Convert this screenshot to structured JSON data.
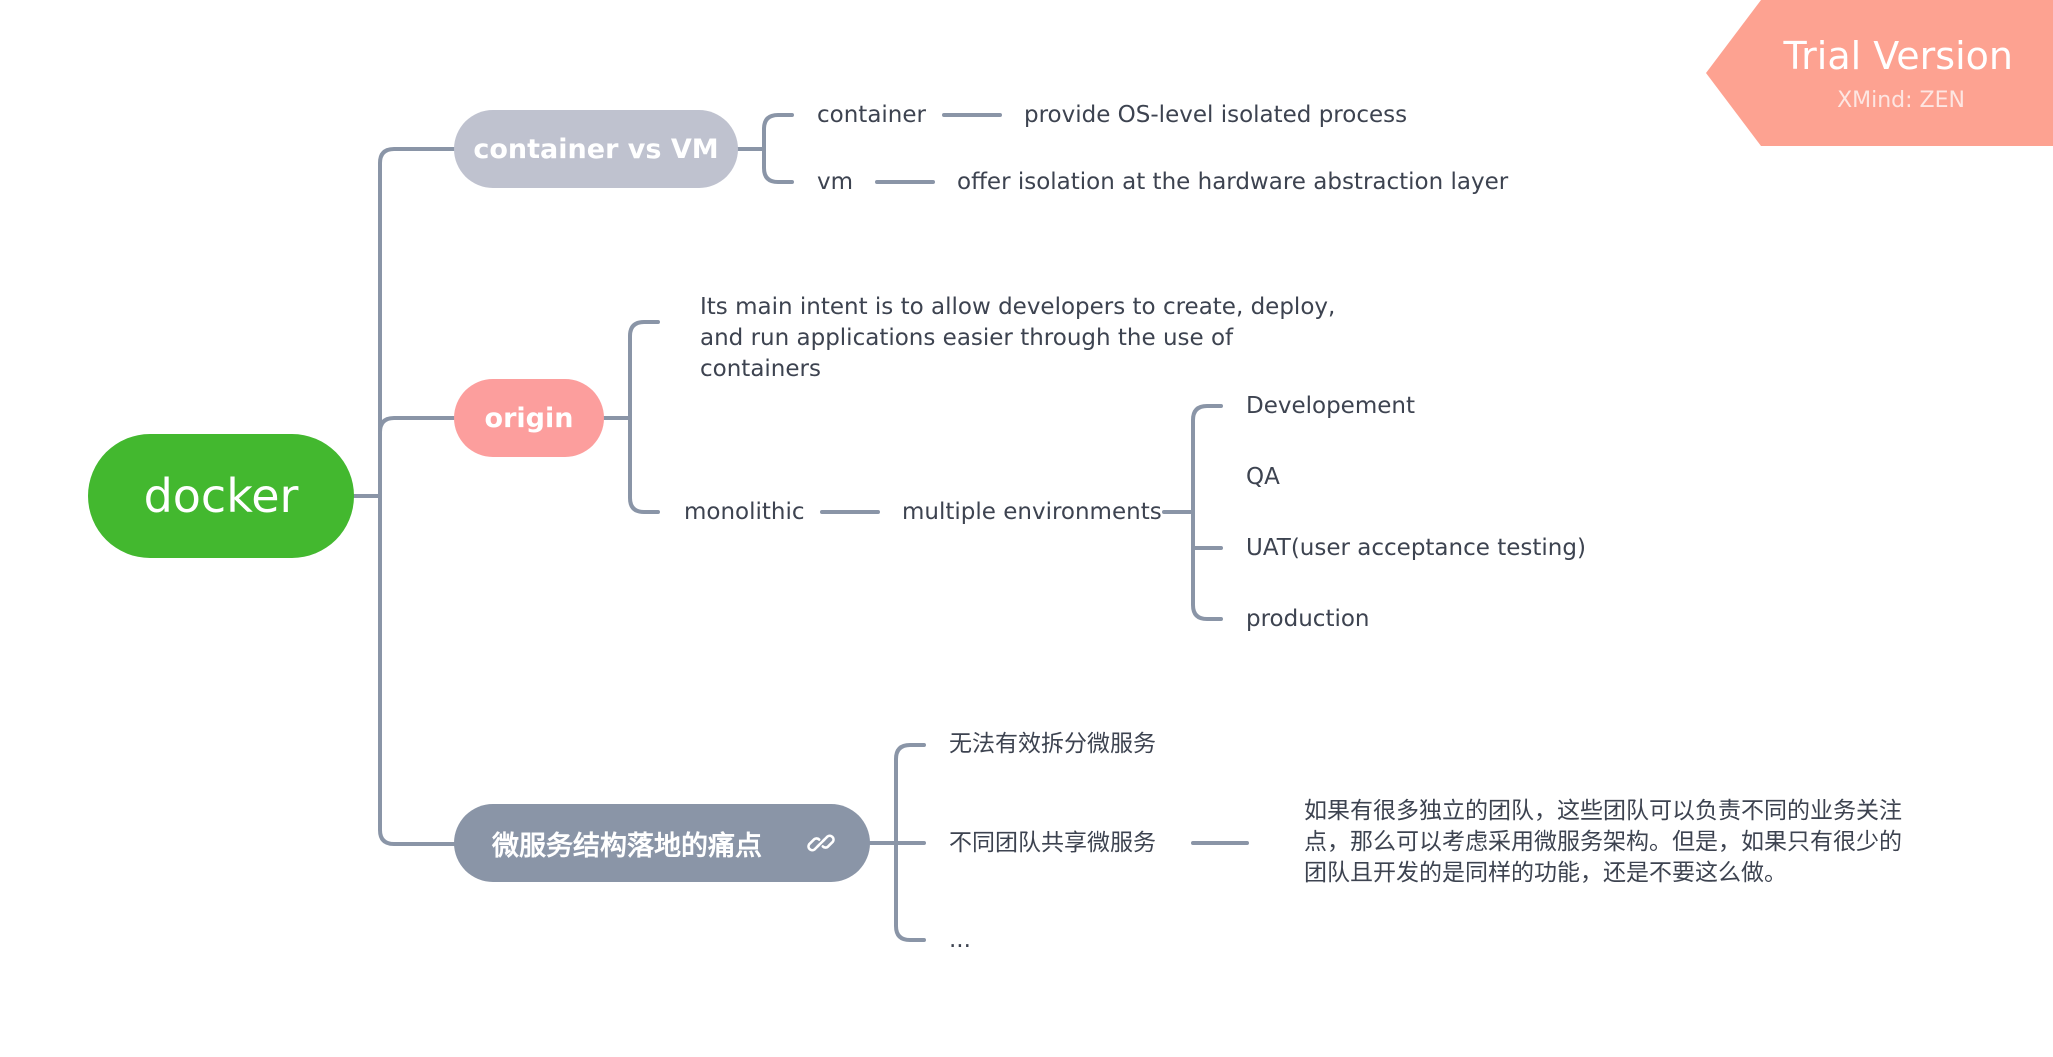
{
  "root": {
    "label": "docker",
    "color": "#43b82f"
  },
  "branches": [
    {
      "label": "container vs VM",
      "color": "#bfc2cf",
      "children": [
        {
          "label": "container",
          "detail": "provide OS-level isolated process"
        },
        {
          "label": "vm",
          "detail": "offer isolation at the hardware abstraction layer"
        }
      ]
    },
    {
      "label": "origin",
      "color": "#fc9e9d",
      "children": [
        {
          "label": "Its main intent is to allow developers to create, deploy, and run applications easier through the use of containers"
        },
        {
          "label": "monolithic",
          "next": "multiple environments",
          "environments": [
            "Developement",
            "QA",
            "UAT(user acceptance testing)",
            "production"
          ]
        }
      ]
    },
    {
      "label": "微服务结构落地的痛点",
      "color": "#8a95a7",
      "icon": "link-icon",
      "children": [
        {
          "label": "无法有效拆分微服务"
        },
        {
          "label": "不同团队共享微服务",
          "detail": "如果有很多独立的团队，这些团队可以负责不同的业务关注点，那么可以考虑采用微服务架构。但是，如果只有很少的团队且开发的是同样的功能，还是不要这么做。"
        },
        {
          "label": "..."
        }
      ]
    }
  ],
  "trial_banner": {
    "title": "Trial Version",
    "product": "XMind: ZEN",
    "color": "#fda291"
  },
  "connector_color": "#8a95a7"
}
